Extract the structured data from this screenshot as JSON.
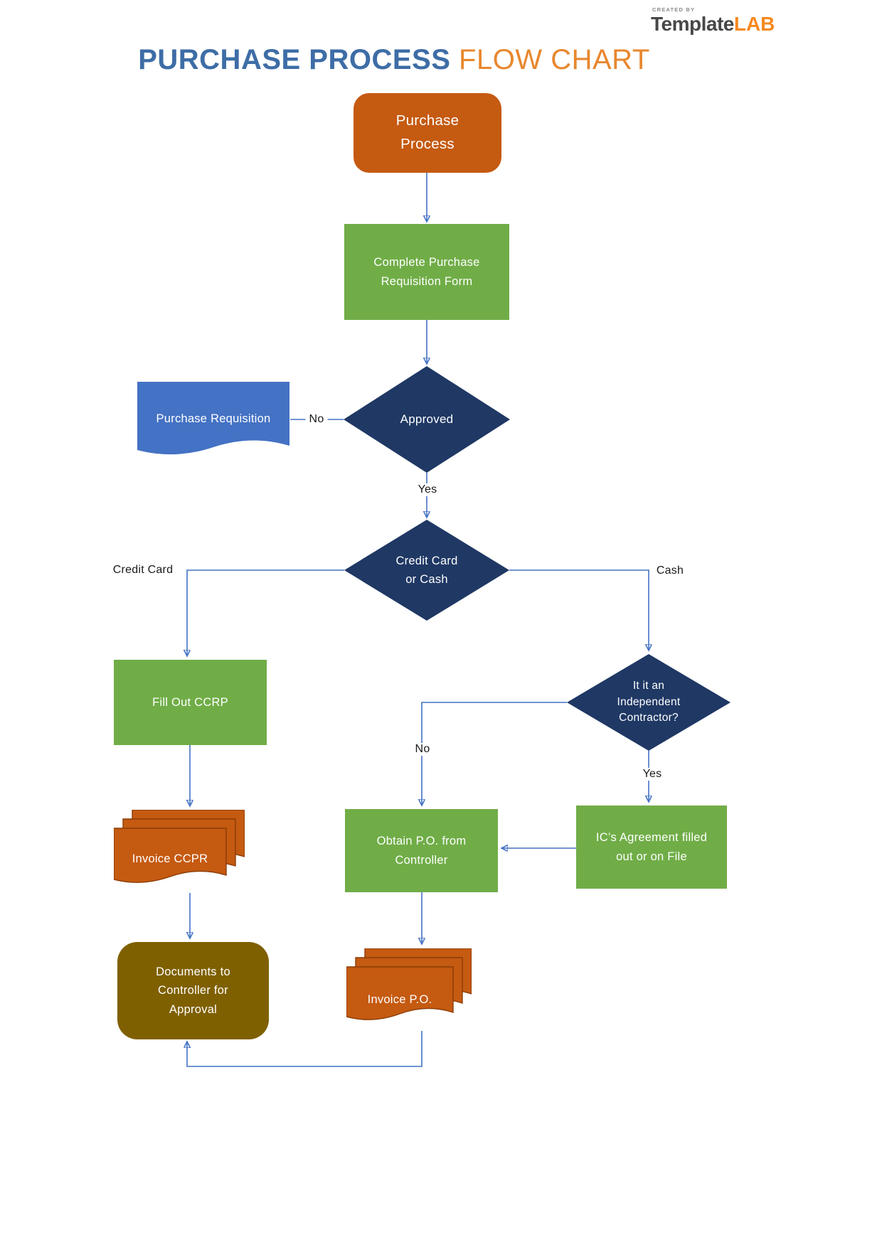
{
  "page": {
    "title_primary": "PURCHASE PROCESS",
    "title_secondary": "FLOW CHART"
  },
  "logo": {
    "created_by": "CREATED BY",
    "name_left": "Template",
    "name_right": "LAB"
  },
  "colors": {
    "title_blue": "#3E6DA6",
    "title_orange": "#E8872E",
    "node_orange": "#C55A11",
    "node_green": "#70AD47",
    "node_navy": "#1F3864",
    "node_blue": "#4472C4",
    "node_olive": "#7F6000",
    "connector": "#4472C4"
  },
  "nodes": {
    "start": {
      "label": "Purchase\nProcess"
    },
    "complete_form": {
      "label": "Complete Purchase\nRequisition Form"
    },
    "approved": {
      "label": "Approved"
    },
    "purchase_requisition": {
      "label": "Purchase Requisition"
    },
    "credit_or_cash": {
      "label": "Credit Card\nor Cash"
    },
    "fill_ccrp": {
      "label": "Fill Out CCRP"
    },
    "contractor": {
      "label": "It it an\nIndependent\nContractor?"
    },
    "obtain_po": {
      "label": "Obtain P.O. from\nController"
    },
    "ic_agreement": {
      "label": "IC’s Agreement filled\nout or on File"
    },
    "invoice_ccpr": {
      "label": "Invoice CCPR"
    },
    "docs_controller": {
      "label": "Documents to\nController for\nApproval"
    },
    "invoice_po": {
      "label": "Invoice P.O."
    }
  },
  "edge_labels": {
    "approved_no": "No",
    "approved_yes": "Yes",
    "credit_card": "Credit Card",
    "cash": "Cash",
    "contractor_no": "No",
    "contractor_yes": "Yes"
  }
}
